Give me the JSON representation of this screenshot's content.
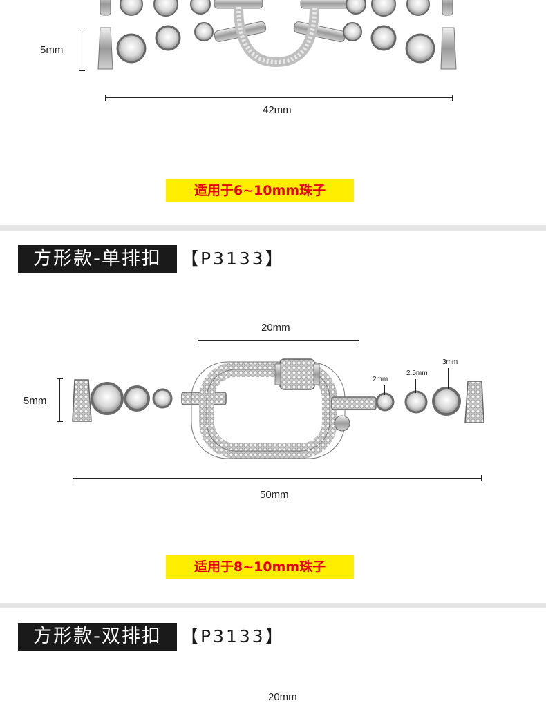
{
  "section1": {
    "dim_height": "5mm",
    "dim_width": "42mm",
    "fit_label": "适用于6~10mm珠子"
  },
  "section2": {
    "title": "方形款-单排扣",
    "code": "【P3133】",
    "dim_top": "20mm",
    "dim_height": "5mm",
    "dim_stone_small": "2mm",
    "dim_stone_mid": "2.5mm",
    "dim_stone_large": "3mm",
    "dim_width": "50mm",
    "fit_label": "适用于8~10mm珠子"
  },
  "section3": {
    "title": "方形款-双排扣",
    "code": "【P3133】",
    "dim_top": "20mm"
  },
  "colors": {
    "title_bg": "#1a1a1a",
    "fit_bg": "#ffee00",
    "fit_text": "#e60012",
    "divider": "#e6e6e6"
  }
}
